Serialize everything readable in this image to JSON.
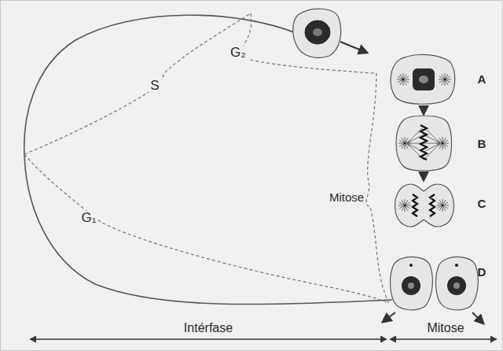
{
  "diagram": {
    "labels": [
      "S",
      "G₂",
      "Mitose",
      "G₁",
      "A",
      "B",
      "C",
      "D",
      "Intérfase",
      "Mitose"
    ]
  }
}
